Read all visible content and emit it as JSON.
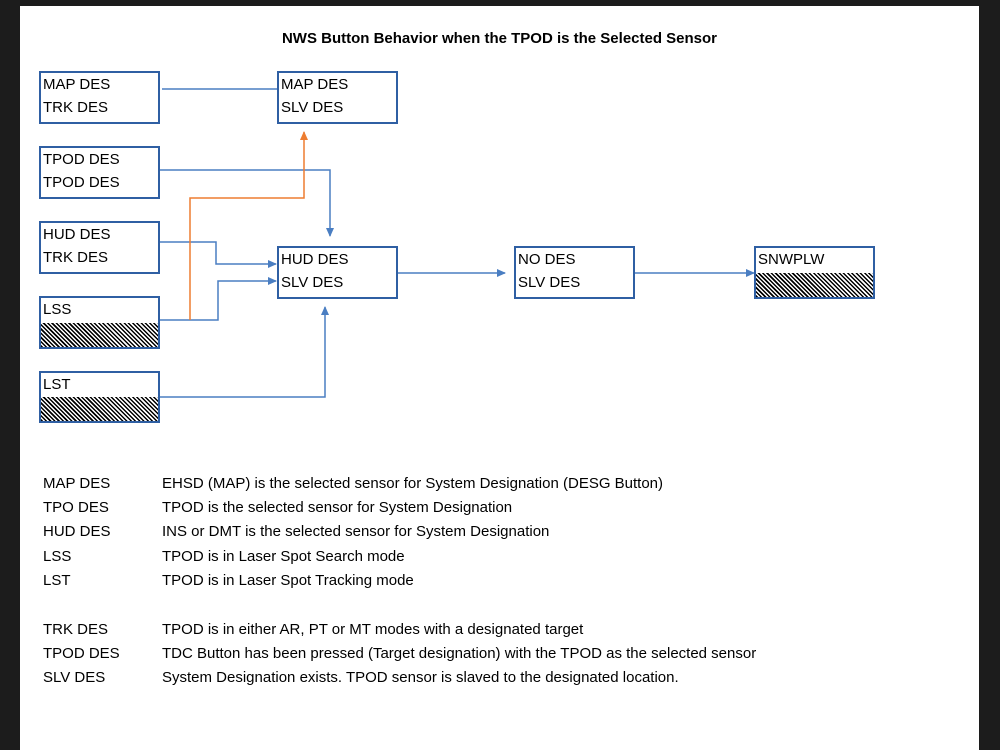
{
  "title": "NWS Button Behavior when the TPOD is the Selected Sensor",
  "colors": {
    "box_border": "#2f5fa3",
    "arrow_blue": "#4a7ec2",
    "arrow_orange": "#ed7d31"
  },
  "boxes": {
    "map_trk": [
      "MAP DES",
      "TRK DES"
    ],
    "tpod_tpod": [
      "TPOD DES",
      "TPOD DES"
    ],
    "hud_trk": [
      "HUD DES",
      "TRK DES"
    ],
    "lss": [
      "LSS"
    ],
    "lst": [
      "LST"
    ],
    "map_slv": [
      "MAP DES",
      "SLV DES"
    ],
    "hud_slv": [
      "HUD DES",
      "SLV DES"
    ],
    "no_slv": [
      "NO DES",
      "SLV DES"
    ],
    "snwplw": [
      "SNWPLW"
    ]
  },
  "legend_modes": [
    {
      "term": "MAP DES",
      "def": "EHSD (MAP) is the selected sensor for System Designation (DESG Button)"
    },
    {
      "term": "TPO DES",
      "def": "TPOD is the selected sensor for System Designation"
    },
    {
      "term": "HUD DES",
      "def": "INS or DMT is the selected sensor for System Designation"
    },
    {
      "term": "LSS",
      "def": "TPOD is in Laser Spot Search mode"
    },
    {
      "term": "LST",
      "def": "TPOD is in Laser Spot Tracking mode"
    }
  ],
  "legend_states": [
    {
      "term": "TRK DES",
      "def": "TPOD is in either AR, PT or MT modes with a designated target"
    },
    {
      "term": "TPOD DES",
      "def": "TDC Button has been pressed (Target designation) with the TPOD as the selected sensor"
    },
    {
      "term": "SLV DES",
      "def": "System Designation exists. TPOD sensor is slaved to the designated location."
    }
  ]
}
